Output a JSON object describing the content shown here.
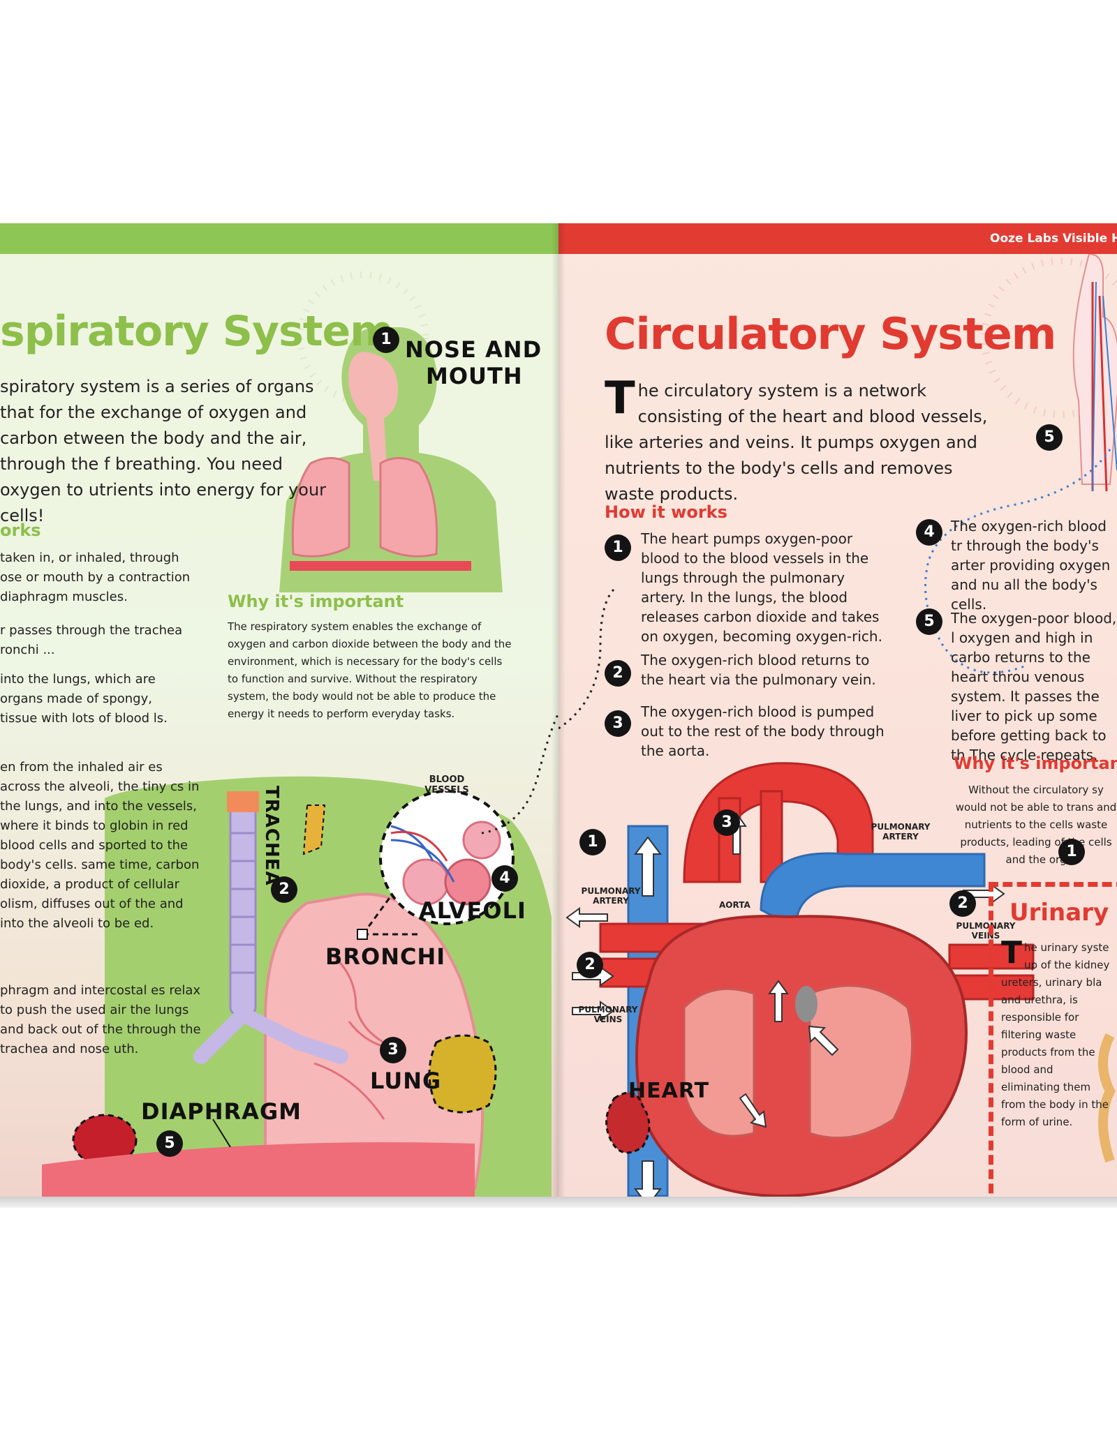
{
  "header": {
    "right_text": "Ooze Labs Visible H"
  },
  "left": {
    "title": "spiratory System",
    "intro": "spiratory system is a series of organs that for the exchange of oxygen and carbon etween the body and the air, through the f breathing. You need oxygen to utrients into energy for your cells!",
    "how_heading": "orks",
    "steps": [
      "taken in, or inhaled, through ose or mouth by a contraction diaphragm muscles.",
      "r passes through the trachea ronchi ...",
      "into the lungs, which are organs made of spongy, tissue with lots of blood ls.",
      "en from the inhaled air es across the alveoli, the tiny cs in the lungs, and into the vessels, where it binds to globin in red blood cells and sported to the body's cells. same time, carbon dioxide, a product of cellular olism, diffuses out of the and into the alveoli to be ed.",
      "phragm and intercostal es relax to push the used air the lungs and back out of the through the trachea and nose uth."
    ],
    "why_heading": "Why it's important",
    "why_text": "The respiratory system enables the exchange of oxygen and carbon dioxide between the body and the environment, which is necessary for the body's cells to function and survive. Without the respiratory system, the body would not be able to produce the energy it needs to perform everyday tasks.",
    "labels": {
      "nose": "NOSE AND",
      "mouth": "MOUTH",
      "trachea": "TRACHEA",
      "blood_vessels": "BLOOD VESSELS",
      "alveoli": "ALVEOLI",
      "bronchi": "BRONCHI",
      "lung": "LUNG",
      "diaphragm": "DIAPHRAGM"
    },
    "numbers": [
      "1",
      "2",
      "3",
      "4",
      "5"
    ]
  },
  "right": {
    "title": "Circulatory System",
    "intro_T": "T",
    "intro": "he circulatory system is a network consisting of the heart and blood vessels, like arteries and veins. It pumps oxygen and nutrients to the body's cells and removes waste products.",
    "how_heading": "How it works",
    "steps": [
      "The heart pumps oxygen-poor blood to the blood vessels in the lungs through the pulmonary artery. In the lungs, the blood releases carbon dioxide and takes on oxygen, becoming oxygen-rich.",
      "The oxygen-rich blood returns to the heart via the pulmonary vein.",
      "The oxygen-rich blood is pumped out to the rest of the body through the aorta.",
      "The oxygen-rich blood tr through the body's arter providing oxygen and nu all the body's cells.",
      "The oxygen-poor blood, l oxygen and high in carbo returns to the heart throu venous system. It passes the liver to pick up some before getting back to th The cycle repeats."
    ],
    "why_heading": "Why it's important",
    "why_text": "Without the circulatory sy would not be able to trans and nutrients to the cells waste products, leading of the cells and the org",
    "labels": {
      "pulmonary_artery_left": "PULMONARY ARTERY",
      "aorta": "AORTA",
      "pulmonary_artery_right": "PULMONARY ARTERY",
      "pulmonary_veins_right": "PULMONARY VEINS",
      "pulmonary_veins_left": "PULMONARY VEINS",
      "heart": "HEART"
    },
    "urinary": {
      "title": "Urinary S",
      "T": "T",
      "text": "he urinary syste up of the kidney ureters, urinary bla and urethra, is responsible for filtering waste products from the blood and eliminating them from the body in the form of urine."
    },
    "numbers": [
      "1",
      "2",
      "3",
      "4",
      "5"
    ]
  },
  "colors": {
    "green": "#8dc655",
    "red": "#e23b32",
    "vein_blue": "#3a7fd0"
  }
}
